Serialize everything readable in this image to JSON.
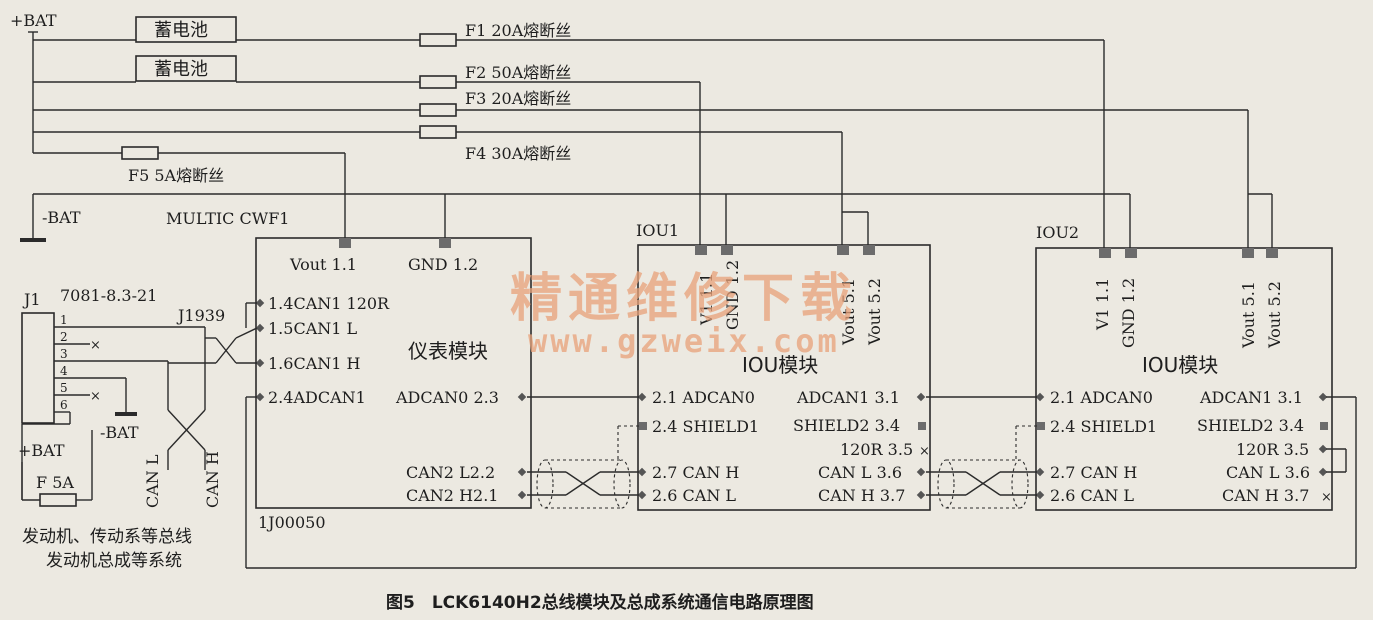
{
  "power": {
    "bat_plus": "+BAT",
    "bat_minus": "-BAT",
    "battery1": "蓄电池",
    "battery2": "蓄电池",
    "fuses": [
      "F1 20A熔断丝",
      "F2 50A熔断丝",
      "F3 20A熔断丝",
      "F4 30A熔断丝",
      "F5 5A熔断丝"
    ]
  },
  "cluster": {
    "name": "MULTIC CWF1",
    "vout": "Vout 1.1",
    "gnd": "GND 1.2",
    "pin_14": "1.4CAN1 120R",
    "pin_15": "1.5CAN1 L",
    "pin_16": "1.6CAN1 H",
    "title": "仪表模块",
    "pin_24": "2.4ADCAN1",
    "pin_23": "ADCAN0 2.3",
    "pin_22": "CAN2 L2.2",
    "pin_21": "CAN2 H2.1",
    "part": "1J00050"
  },
  "connector": {
    "j1": "J1",
    "j1_part": "7081-8.3-21",
    "j1939": "J1939",
    "pins": [
      "1",
      "2",
      "3",
      "4",
      "5",
      "6"
    ],
    "bat_plus": "+BAT",
    "bat_minus": "-BAT",
    "fuse": "F 5A",
    "can_l": "CAN L",
    "can_h": "CAN H",
    "note1": "发动机、传动系等总线",
    "note2": "发动机总成等系统"
  },
  "iou1": {
    "name": "IOU1",
    "v1": "V1 1.1",
    "gnd": "GND 1.2",
    "vout51": "Vout 5.1",
    "vout52": "Vout 5.2",
    "title": "IOU模块",
    "adcan0": "2.1 ADCAN0",
    "shield1": "2.4 SHIELD1",
    "canh": "2.7 CAN H",
    "canl": "2.6 CAN L",
    "adcan1": "ADCAN1 3.1",
    "shield2": "SHIELD2 3.4",
    "r120": "120R 3.5",
    "canl36": "CAN L 3.6",
    "canh37": "CAN H 3.7"
  },
  "iou2": {
    "name": "IOU2",
    "v1": "V1 1.1",
    "gnd": "GND 1.2",
    "vout51": "Vout 5.1",
    "vout52": "Vout 5.2",
    "title": "IOU模块",
    "adcan0": "2.1 ADCAN0",
    "shield1": "2.4 SHIELD1",
    "canh": "2.7 CAN H",
    "canl": "2.6 CAN L",
    "adcan1": "ADCAN1 3.1",
    "shield2": "SHIELD2 3.4",
    "r120": "120R 3.5",
    "canl36": "CAN L 3.6",
    "canh37": "CAN H 3.7"
  },
  "watermark": {
    "line1": "精通维修下载",
    "line2": "www.gzweix.com"
  },
  "caption": "图5　LCK6140H2总线模块及总成系统通信电路原理图"
}
